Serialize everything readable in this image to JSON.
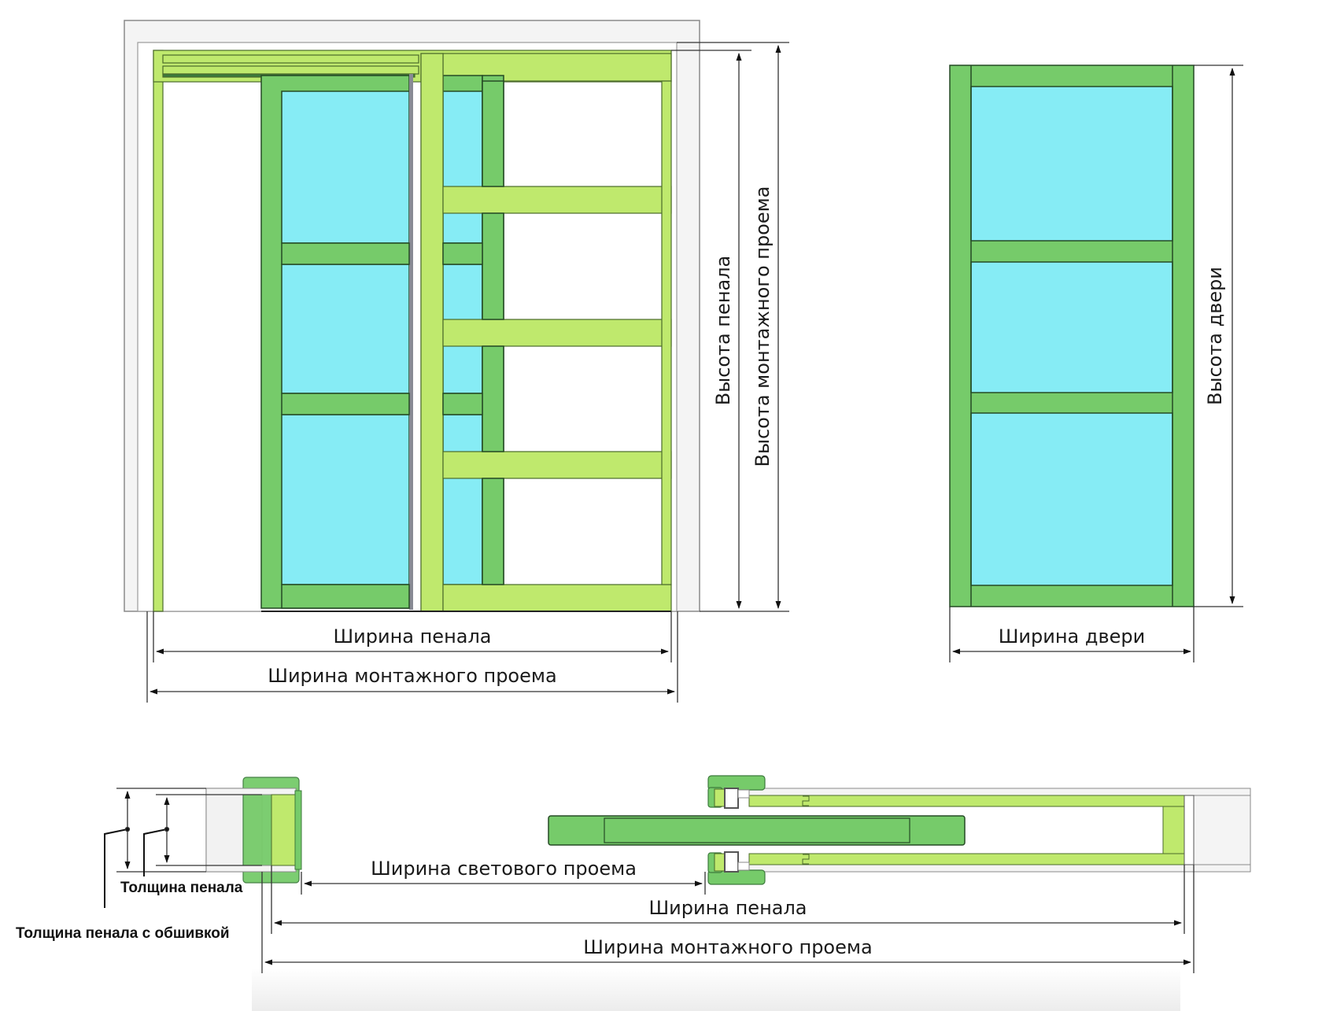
{
  "colors": {
    "wall_fill": "#f4f4f4",
    "wall_stroke": "#8a8a8a",
    "cassette_green": "#bfe96d",
    "door_green": "#76cb6a",
    "glass": "#86ecf5",
    "outline": "#2b4a2b",
    "dim_line": "#333333",
    "handle": "#888a94"
  },
  "front_view": {
    "cassette_height_label": "Высота пенала",
    "opening_height_label": "Высота монтажного проема",
    "cassette_width_label": "Ширина пенала",
    "opening_width_label": "Ширина монтажного проема"
  },
  "door_view": {
    "door_height_label": "Высота двери",
    "door_width_label": "Ширина двери"
  },
  "plan_view": {
    "clear_opening_label": "Ширина светового проема",
    "cassette_width_label": "Ширина пенала",
    "opening_width_label": "Ширина монтажного проема",
    "cassette_thickness_label": "Толщина пенала",
    "cassette_thickness_clad_label": "Толщина пенала с обшивкой"
  }
}
